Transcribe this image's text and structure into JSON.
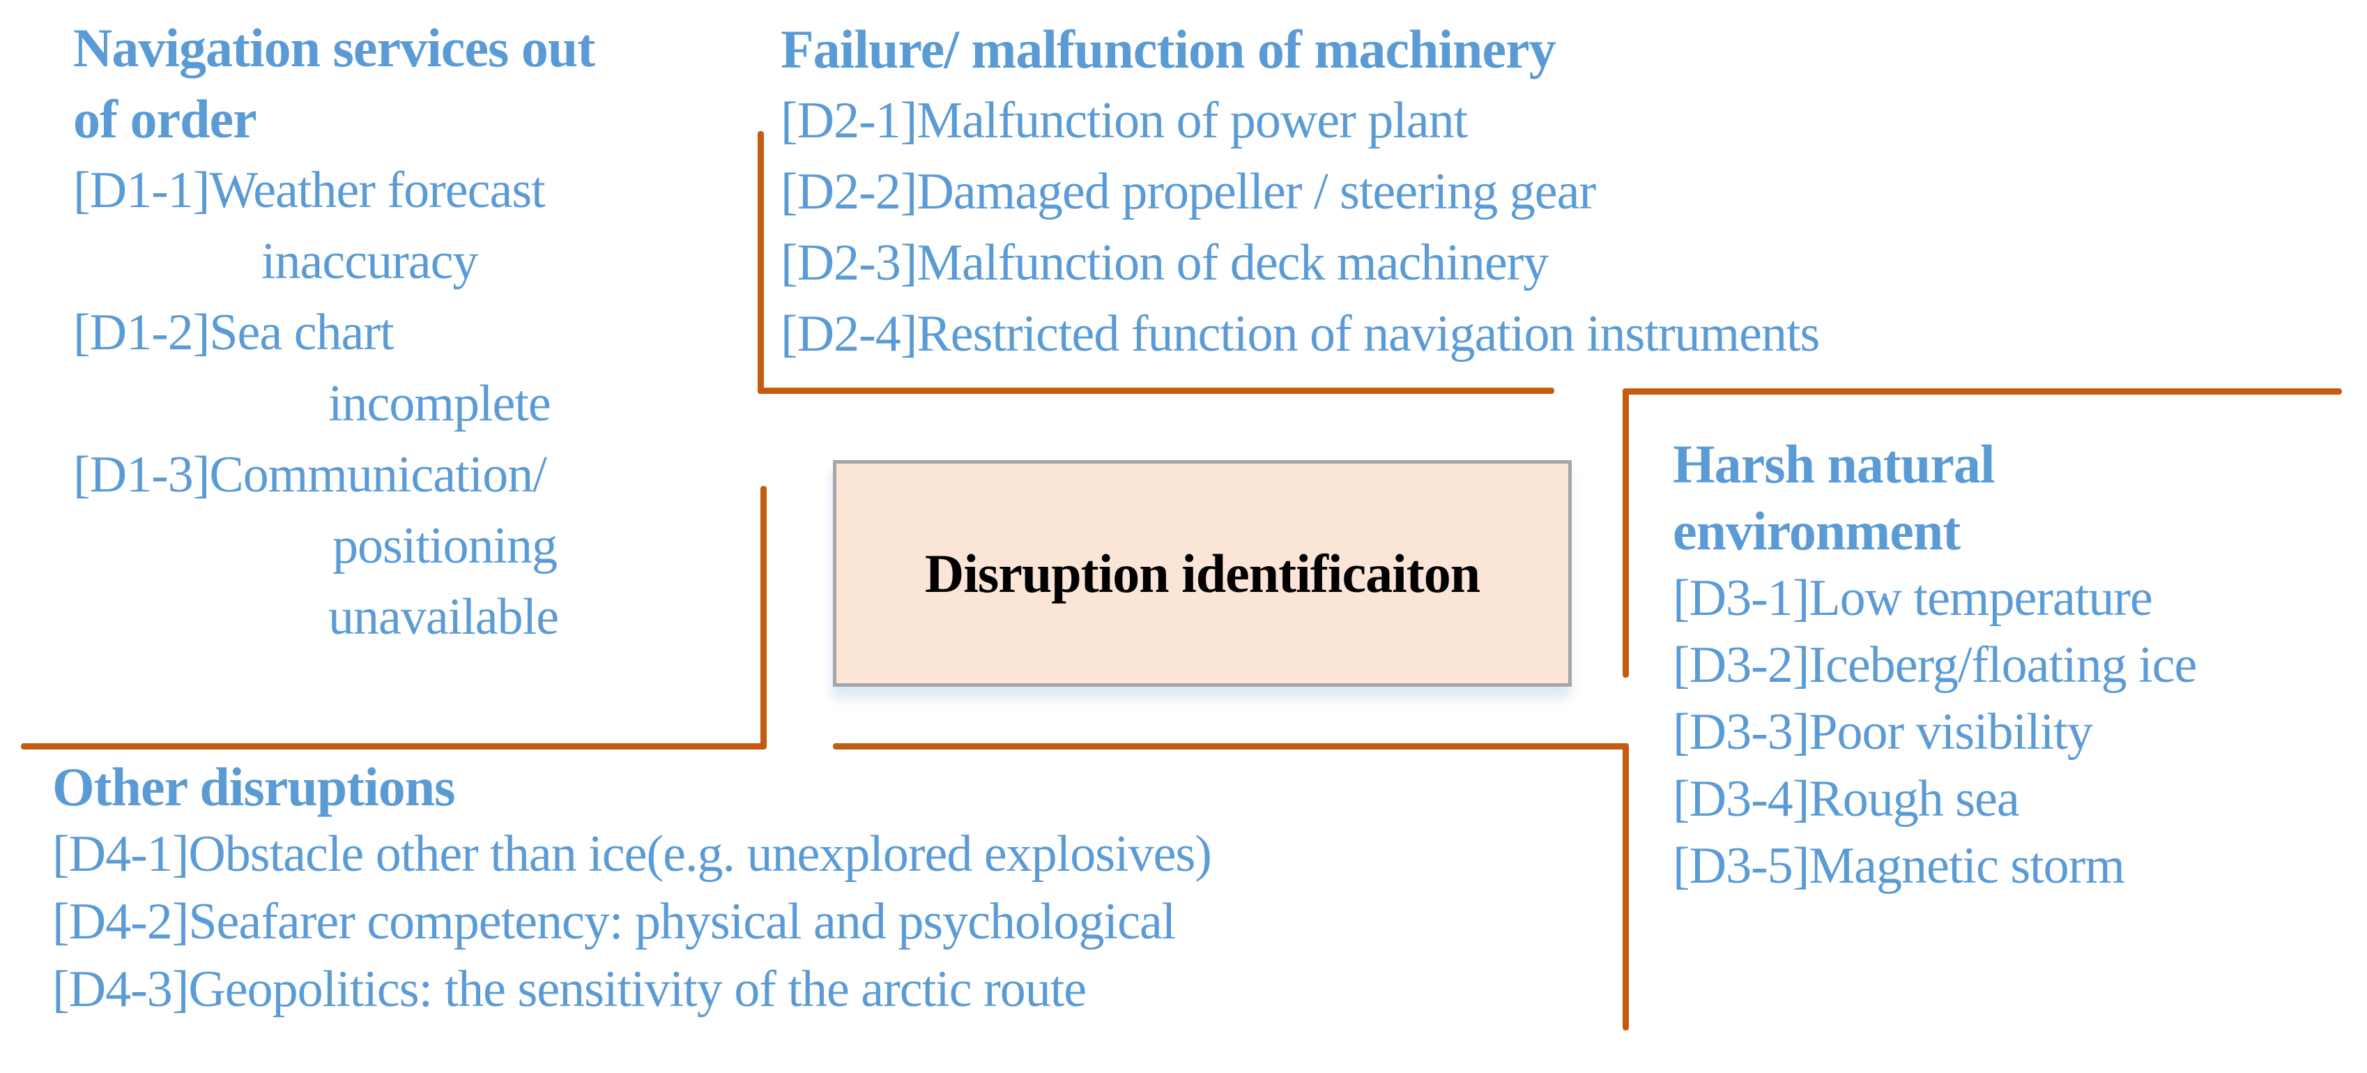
{
  "colors": {
    "accent_blue": "#5B9BD5",
    "accent_orange": "#C55A11",
    "box_fill": "#FBE5D6",
    "box_border": "#A6A6A6",
    "title_text": "#000000",
    "background": "#FFFFFF"
  },
  "center_box": {
    "label": "Disruption identificaiton"
  },
  "blocks": {
    "navigation": {
      "title": "Navigation services out of order",
      "lines": [
        {
          "text": "Navigation services out",
          "bold": true,
          "indent": 0
        },
        {
          "text": "of order",
          "bold": true,
          "indent": 0
        },
        {
          "text": "[D1-1]Weather forecast",
          "bold": false,
          "indent": 0
        },
        {
          "text": "inaccuracy",
          "bold": false,
          "indent": 270
        },
        {
          "text": "[D1-2]Sea chart",
          "bold": false,
          "indent": 0
        },
        {
          "text": "incomplete",
          "bold": false,
          "indent": 366
        },
        {
          "text": "[D1-3]Communication/",
          "bold": false,
          "indent": 0
        },
        {
          "text": "positioning",
          "bold": false,
          "indent": 372
        },
        {
          "text": "unavailable",
          "bold": false,
          "indent": 366
        }
      ]
    },
    "machinery": {
      "title": "Failure/ malfunction of machinery",
      "lines": [
        {
          "text": "Failure/ malfunction of machinery",
          "bold": true,
          "indent": 0
        },
        {
          "text": "[D2-1]Malfunction of power plant",
          "bold": false,
          "indent": 0
        },
        {
          "text": "[D2-2]Damaged propeller / steering gear",
          "bold": false,
          "indent": 0
        },
        {
          "text": "[D2-3]Malfunction of deck machinery",
          "bold": false,
          "indent": 0
        },
        {
          "text": "[D2-4]Restricted function of navigation instruments",
          "bold": false,
          "indent": 0
        }
      ]
    },
    "harsh": {
      "title": "Harsh natural environment",
      "lines": [
        {
          "text": "Harsh natural",
          "bold": true,
          "indent": 0
        },
        {
          "text": "environment",
          "bold": true,
          "indent": 0
        },
        {
          "text": "[D3-1]Low temperature",
          "bold": false,
          "indent": 0
        },
        {
          "text": "[D3-2]Iceberg/floating ice",
          "bold": false,
          "indent": 0
        },
        {
          "text": "[D3-3]Poor visibility",
          "bold": false,
          "indent": 0
        },
        {
          "text": "[D3-4]Rough sea",
          "bold": false,
          "indent": 0
        },
        {
          "text": "[D3-5]Magnetic storm",
          "bold": false,
          "indent": 0
        }
      ]
    },
    "other": {
      "title": "Other disruptions",
      "lines": [
        {
          "text": "Other disruptions",
          "bold": true,
          "indent": 0
        },
        {
          "text": "[D4-1]Obstacle other than ice(e.g. unexplored explosives)",
          "bold": false,
          "indent": 0
        },
        {
          "text": "[D4-2]Seafarer competency: physical and psychological",
          "bold": false,
          "indent": 0
        },
        {
          "text": "[D4-3]Geopolitics: the sensitivity of the arctic route",
          "bold": false,
          "indent": 0
        }
      ]
    }
  }
}
